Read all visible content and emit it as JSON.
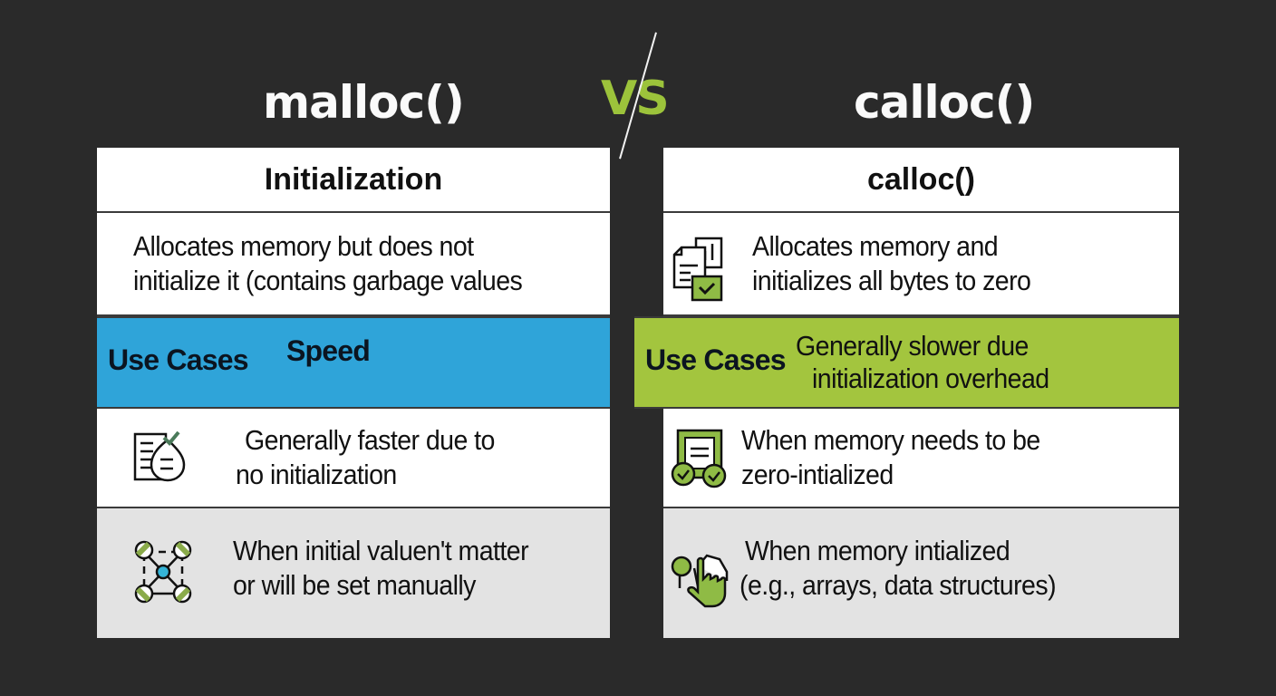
{
  "titles": {
    "left": "malloc()",
    "vs": "VS",
    "right": "calloc()"
  },
  "colors": {
    "background": "#2a2a2a",
    "accent_blue": "#2fa4d9",
    "accent_green": "#a3c53e",
    "vs_green": "#9cc33b",
    "row_white": "#ffffff",
    "row_grey": "#e3e3e3"
  },
  "left_panel": {
    "header": "Initialization",
    "row1": {
      "line1": "Allocates memory but does not",
      "line2": "initialize it (contains garbage values"
    },
    "band": {
      "label": "Use Cases",
      "sublabel": "Speed"
    },
    "row3": {
      "icon": "document-check-icon",
      "line1": "Generally faster due to",
      "line2": "no initialization"
    },
    "row4": {
      "icon": "network-nodes-icon",
      "line1": "When initial valuеn't matter",
      "line2": "or will be set manually"
    }
  },
  "right_panel": {
    "header": "calloc()",
    "row1": {
      "icon": "documents-check-icon",
      "line1": "Allocates memory and",
      "line2": "initializes all bytes to zero"
    },
    "band": {
      "label": "Use Cases",
      "line1": "Generally slower due",
      "line2": "initialization overhead"
    },
    "row3": {
      "icon": "document-double-check-icon",
      "line1": "When memory needs to be",
      "line2": "zero-intialized"
    },
    "row4": {
      "icon": "hand-pointer-icon",
      "line1": "When memory intialized",
      "line2": "(e.g., arrays, data structures)"
    }
  }
}
